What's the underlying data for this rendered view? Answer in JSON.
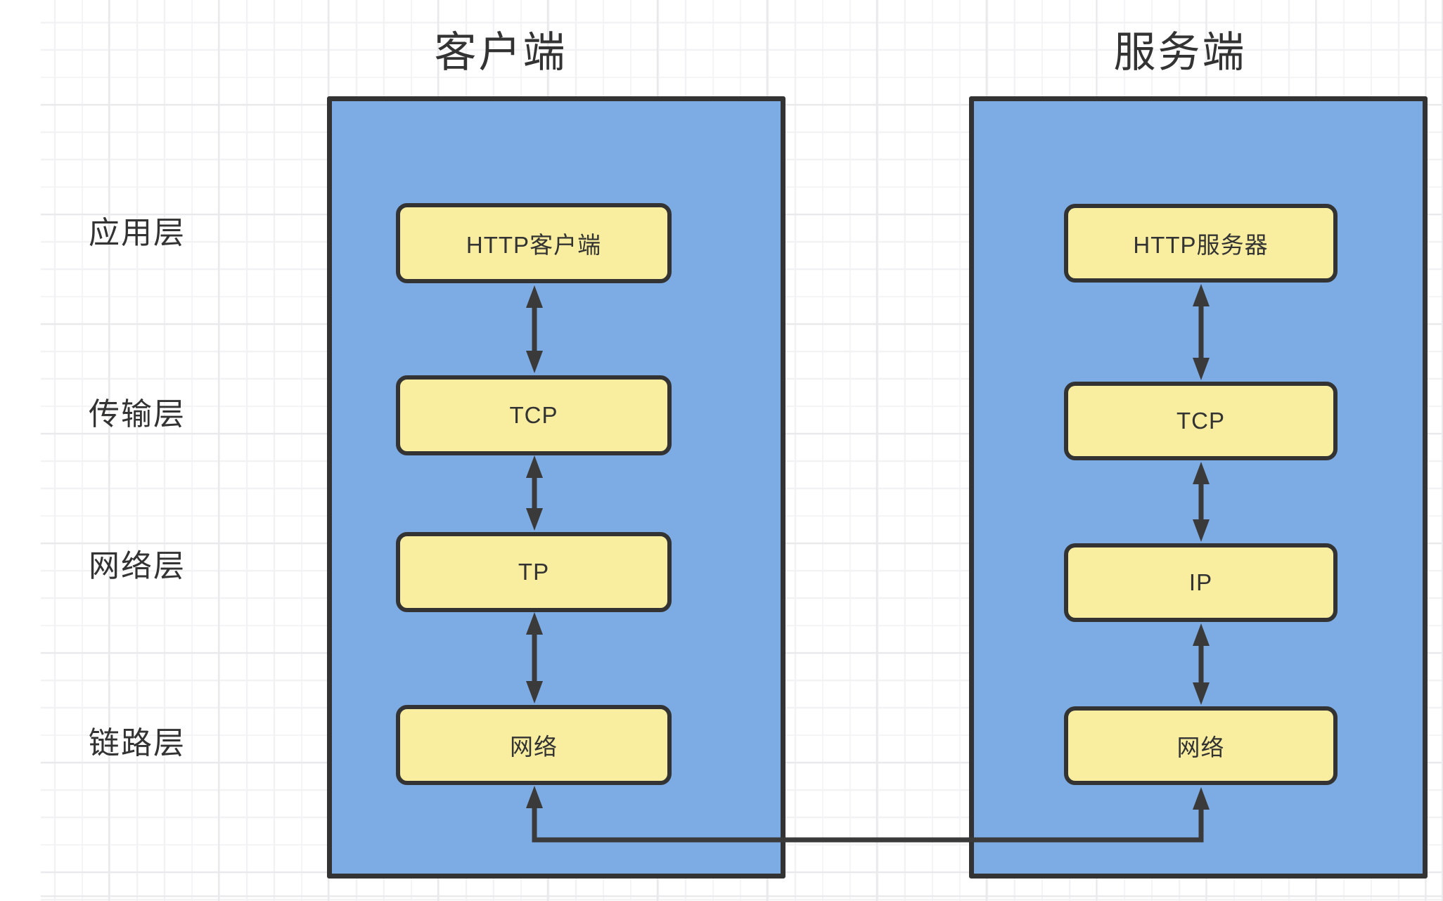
{
  "theme": {
    "background": "#ffffff",
    "container_fill": "#7dace4",
    "node_fill": "#f9ee9f",
    "border_color": "#333333",
    "connector_color": "#3a3a3a",
    "text_color": "#333333",
    "grid_minor": "#f2f2f4",
    "grid_major": "#e9e9ec"
  },
  "headers": {
    "client": "客户端",
    "server": "服务端"
  },
  "row_labels": [
    {
      "label": "应用层"
    },
    {
      "label": "传输层"
    },
    {
      "label": "网络层"
    },
    {
      "label": "链路层"
    }
  ],
  "client": {
    "layers": [
      {
        "label": "HTTP客户端"
      },
      {
        "label": "TCP"
      },
      {
        "label": "TP"
      },
      {
        "label": "网络"
      }
    ]
  },
  "server": {
    "layers": [
      {
        "label": "HTTP服务器"
      },
      {
        "label": "TCP"
      },
      {
        "label": "IP"
      },
      {
        "label": "网络"
      }
    ]
  }
}
